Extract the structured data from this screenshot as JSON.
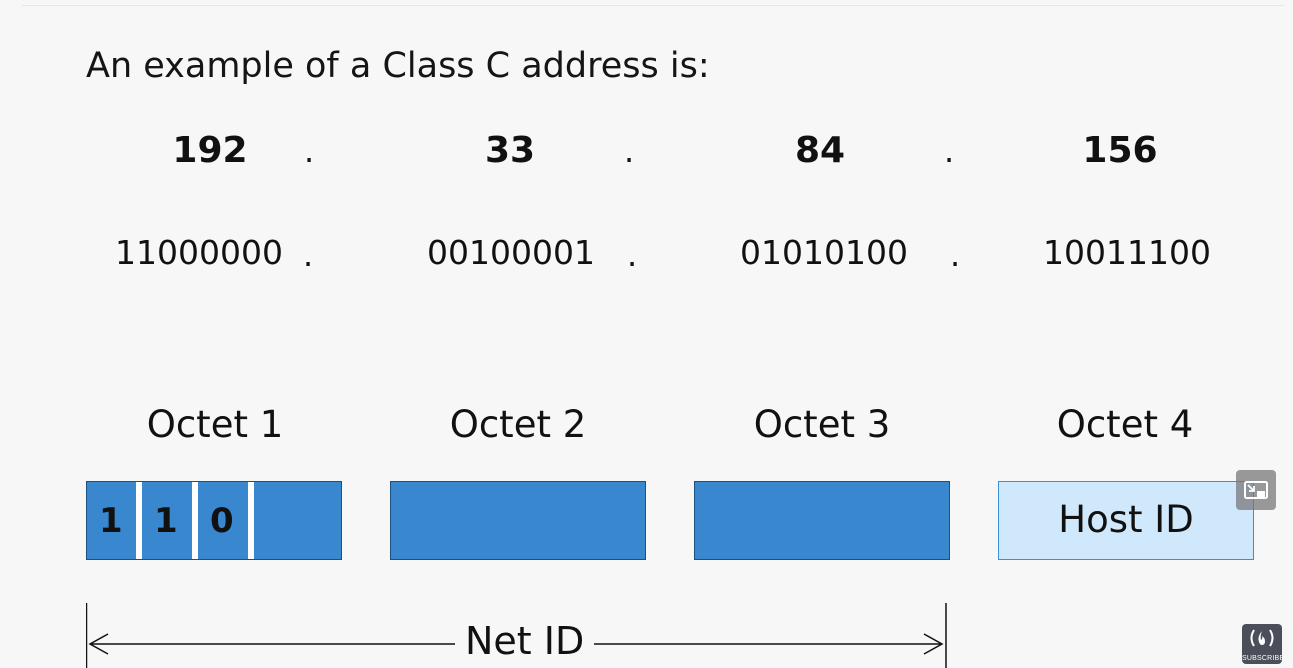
{
  "heading": "An example of a Class C address is:",
  "decimal_octets": [
    "192",
    "33",
    "84",
    "156"
  ],
  "binary_octets": [
    "11000000",
    "00100001",
    "01010100",
    "10011100"
  ],
  "separator": ".",
  "octet_labels": [
    "Octet 1",
    "Octet 2",
    "Octet 3",
    "Octet 4"
  ],
  "class_bits": [
    "1",
    "1",
    "0"
  ],
  "host_label": "Host ID",
  "net_label": "Net ID",
  "colors": {
    "net_box": "#3988cf",
    "host_box": "#cfe8fb",
    "background": "#f7f7f7"
  },
  "overlay": {
    "pip_icon": "picture-in-picture-icon",
    "subscribe_icon": "flame-icon",
    "subscribe_label": "SUBSCRIBE"
  }
}
